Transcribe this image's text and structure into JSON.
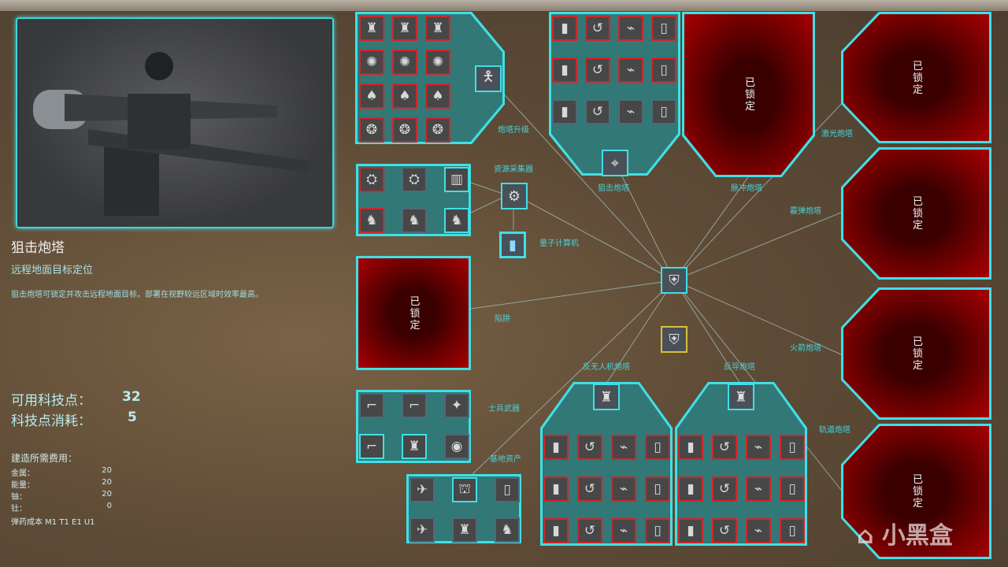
{
  "info": {
    "title": "狙击炮塔",
    "subtitle": "远程地面目标定位",
    "description": "狙击炮塔可锁定并攻击远程地面目标，部署在视野较远区域时效率最高。",
    "tech_points_label": "可用科技点：",
    "tech_points": "32",
    "cost_label": "科技点消耗：",
    "cost": "5",
    "build_cost_label": "建造所需费用：",
    "costs": [
      {
        "name": "金属：",
        "value": "20"
      },
      {
        "name": "能量：",
        "value": "20"
      },
      {
        "name": "铀：",
        "value": "20"
      },
      {
        "name": "钍：",
        "value": "0"
      }
    ],
    "ammo_cost": "弹药成本 M1 T1 E1 U1"
  },
  "locked_text": "已锁定",
  "labels": {
    "upgrade": "炮塔升级",
    "resource": "资源采集器",
    "quantum": "量子计算机",
    "sniper": "狙击炮塔",
    "pulse": "脉冲炮塔",
    "laser": "激光炮塔",
    "shotgun": "霰弹炮塔",
    "rocket": "火箭炮塔",
    "rail": "轨道炮塔",
    "trap": "陷阱",
    "antidrone": "反无人机炮塔",
    "antimissile": "反导炮塔",
    "soldier": "士兵武器",
    "base": "基地资产"
  },
  "watermark": "小黑盒",
  "colors": {
    "accent": "#3fe0e6",
    "locked": "#a80000",
    "unpurchased": "#d0262a"
  }
}
